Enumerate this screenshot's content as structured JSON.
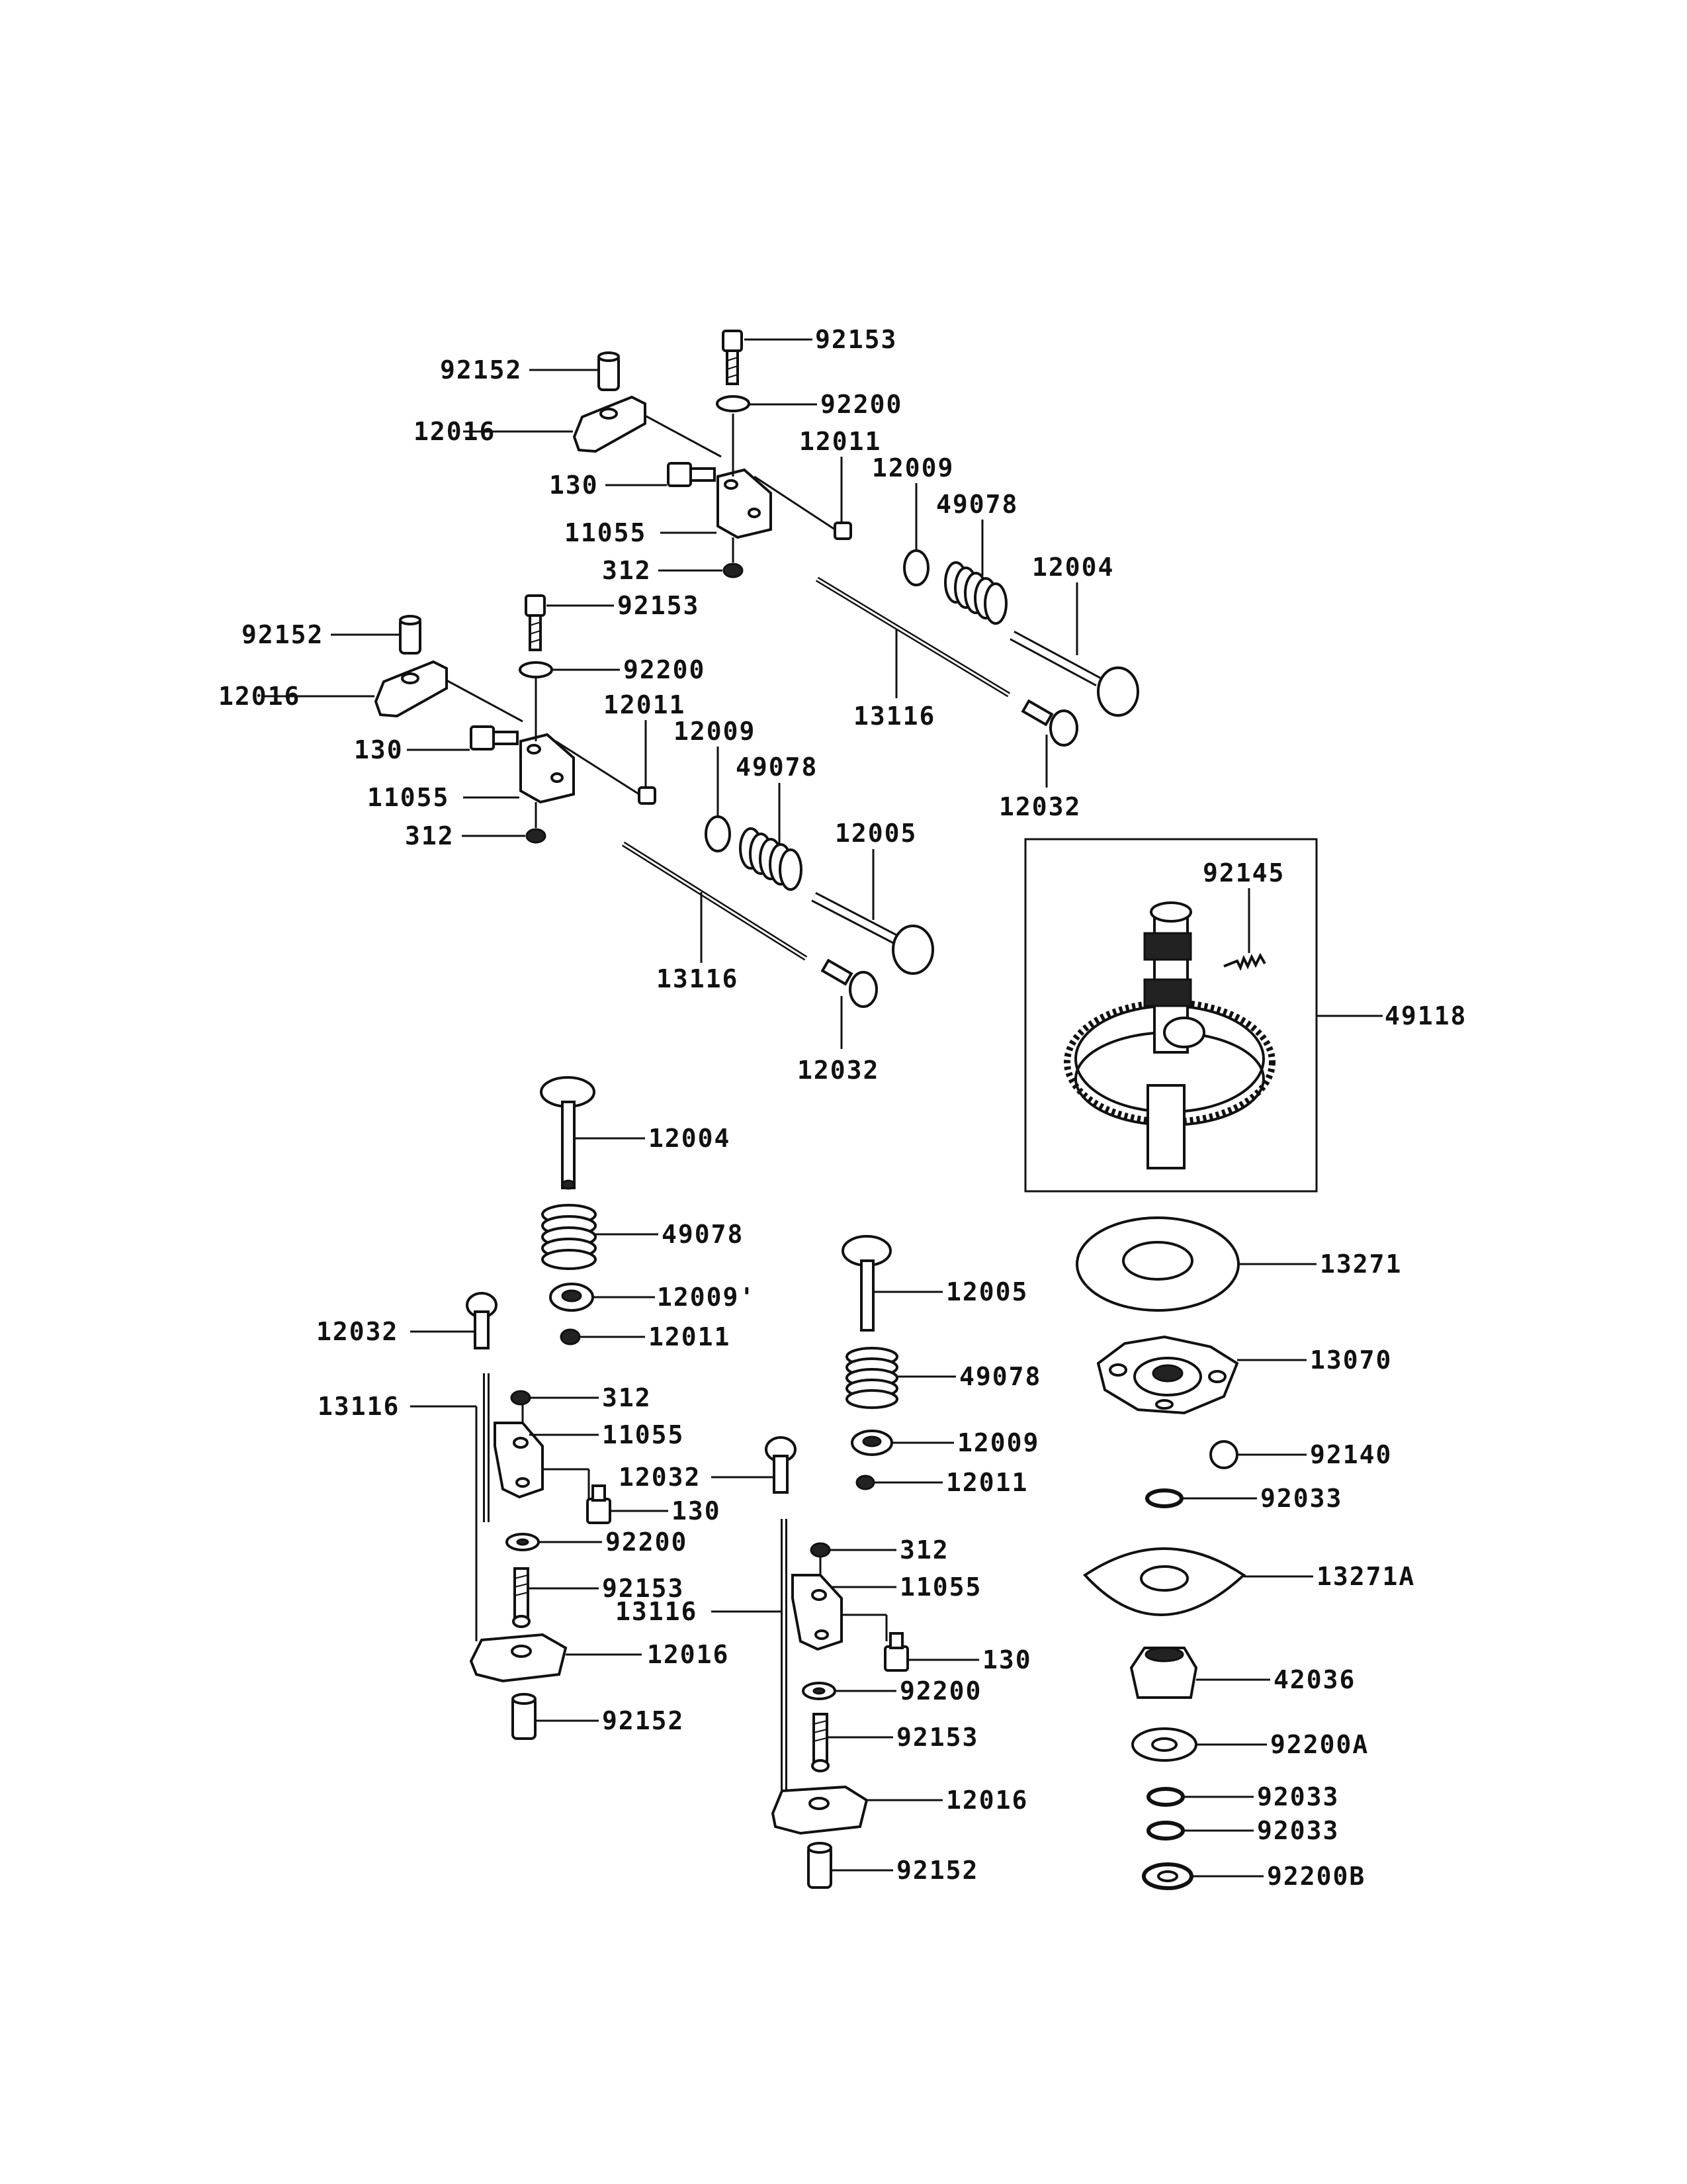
{
  "labels": {
    "ra_92153": "92153",
    "ra_92152": "92152",
    "ra_92200": "92200",
    "ra_12016": "12016",
    "ra_12011": "12011",
    "ra_130": "130",
    "ra_12009": "12009",
    "ra_49078": "49078",
    "ra_11055": "11055",
    "ra_312": "312",
    "ra_12004": "12004",
    "ra_13116": "13116",
    "ra_12032": "12032",
    "rb_92152": "92152",
    "rb_92153": "92153",
    "rb_92200": "92200",
    "rb_12016": "12016",
    "rb_12011": "12011",
    "rb_130": "130",
    "rb_12009": "12009",
    "rb_49078": "49078",
    "rb_11055": "11055",
    "rb_312": "312",
    "rb_12005": "12005",
    "rb_13116": "13116",
    "rb_12032": "12032",
    "cam_92145": "92145",
    "cam_49118": "49118",
    "ll_12004": "12004",
    "ll_49078": "49078",
    "ll_12009": "12009'",
    "ll_12032": "12032",
    "ll_12011": "12011",
    "ll_13116": "13116",
    "ll_312": "312",
    "ll_11055": "11055",
    "ll_130": "130",
    "ll_92200": "92200",
    "ll_92153": "92153",
    "ll_12016": "12016",
    "ll_92152": "92152",
    "lm_12005": "12005",
    "lm_49078": "49078",
    "lm_12009": "12009",
    "lm_12032": "12032",
    "lm_12011": "12011",
    "lm_312": "312",
    "lm_11055": "11055",
    "lm_13116": "13116",
    "lm_130": "130",
    "lm_92200": "92200",
    "lm_92153": "92153",
    "lm_12016": "12016",
    "lm_92152": "92152",
    "gov_13271": "13271",
    "gov_13070": "13070",
    "gov_92140": "92140",
    "gov_92033a": "92033",
    "gov_13271A": "13271A",
    "gov_42036": "42036",
    "gov_92200A": "92200A",
    "gov_92033b": "92033",
    "gov_92033c": "92033",
    "gov_92200B": "92200B"
  }
}
